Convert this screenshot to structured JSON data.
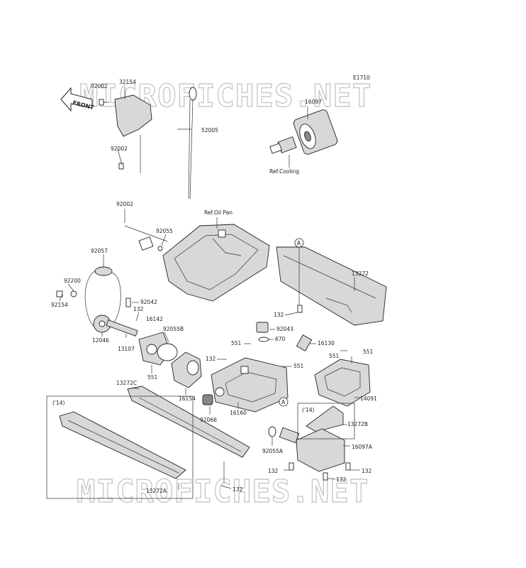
{
  "diagram_code": "E1710",
  "watermark": "MICROFICHES.NET",
  "front_arrow": "FRONT",
  "references": {
    "oil_pan": "Ref.Oil Pan",
    "cooling": "Ref.Cooling"
  },
  "circle_marker": "A",
  "labels": {
    "p32154": "32154",
    "p92002a": "92002",
    "p92002b": "92002",
    "p92002c": "92002",
    "p52005": "52005",
    "p16097": "16097",
    "p92055": "92055",
    "p92057": "92057",
    "p92200": "92200",
    "p92154": "92154",
    "p92042": "92042",
    "p132a": "132",
    "p16142": "16142",
    "p92055b": "92055B",
    "p12046": "12046",
    "p13107": "13107",
    "p551a": "551",
    "p16154": "16154",
    "p13272": "13272",
    "p132b": "132",
    "p92043": "92043",
    "p670": "670",
    "p16130": "16130",
    "p551b": "551",
    "p132c": "132",
    "p551c": "551",
    "p551d": "551",
    "p551e": "551",
    "p14091": "14091",
    "p13272c": "13272C",
    "p14a": "('14)",
    "p14b": "('14)",
    "p92066": "92066",
    "p16160": "16160",
    "p13272b": "13272B",
    "p92055a": "92055A",
    "p16097a": "16097A",
    "p132d": "132",
    "p132e": "132",
    "p132f": "132",
    "p132g": "132",
    "p13272a": "13272A"
  }
}
